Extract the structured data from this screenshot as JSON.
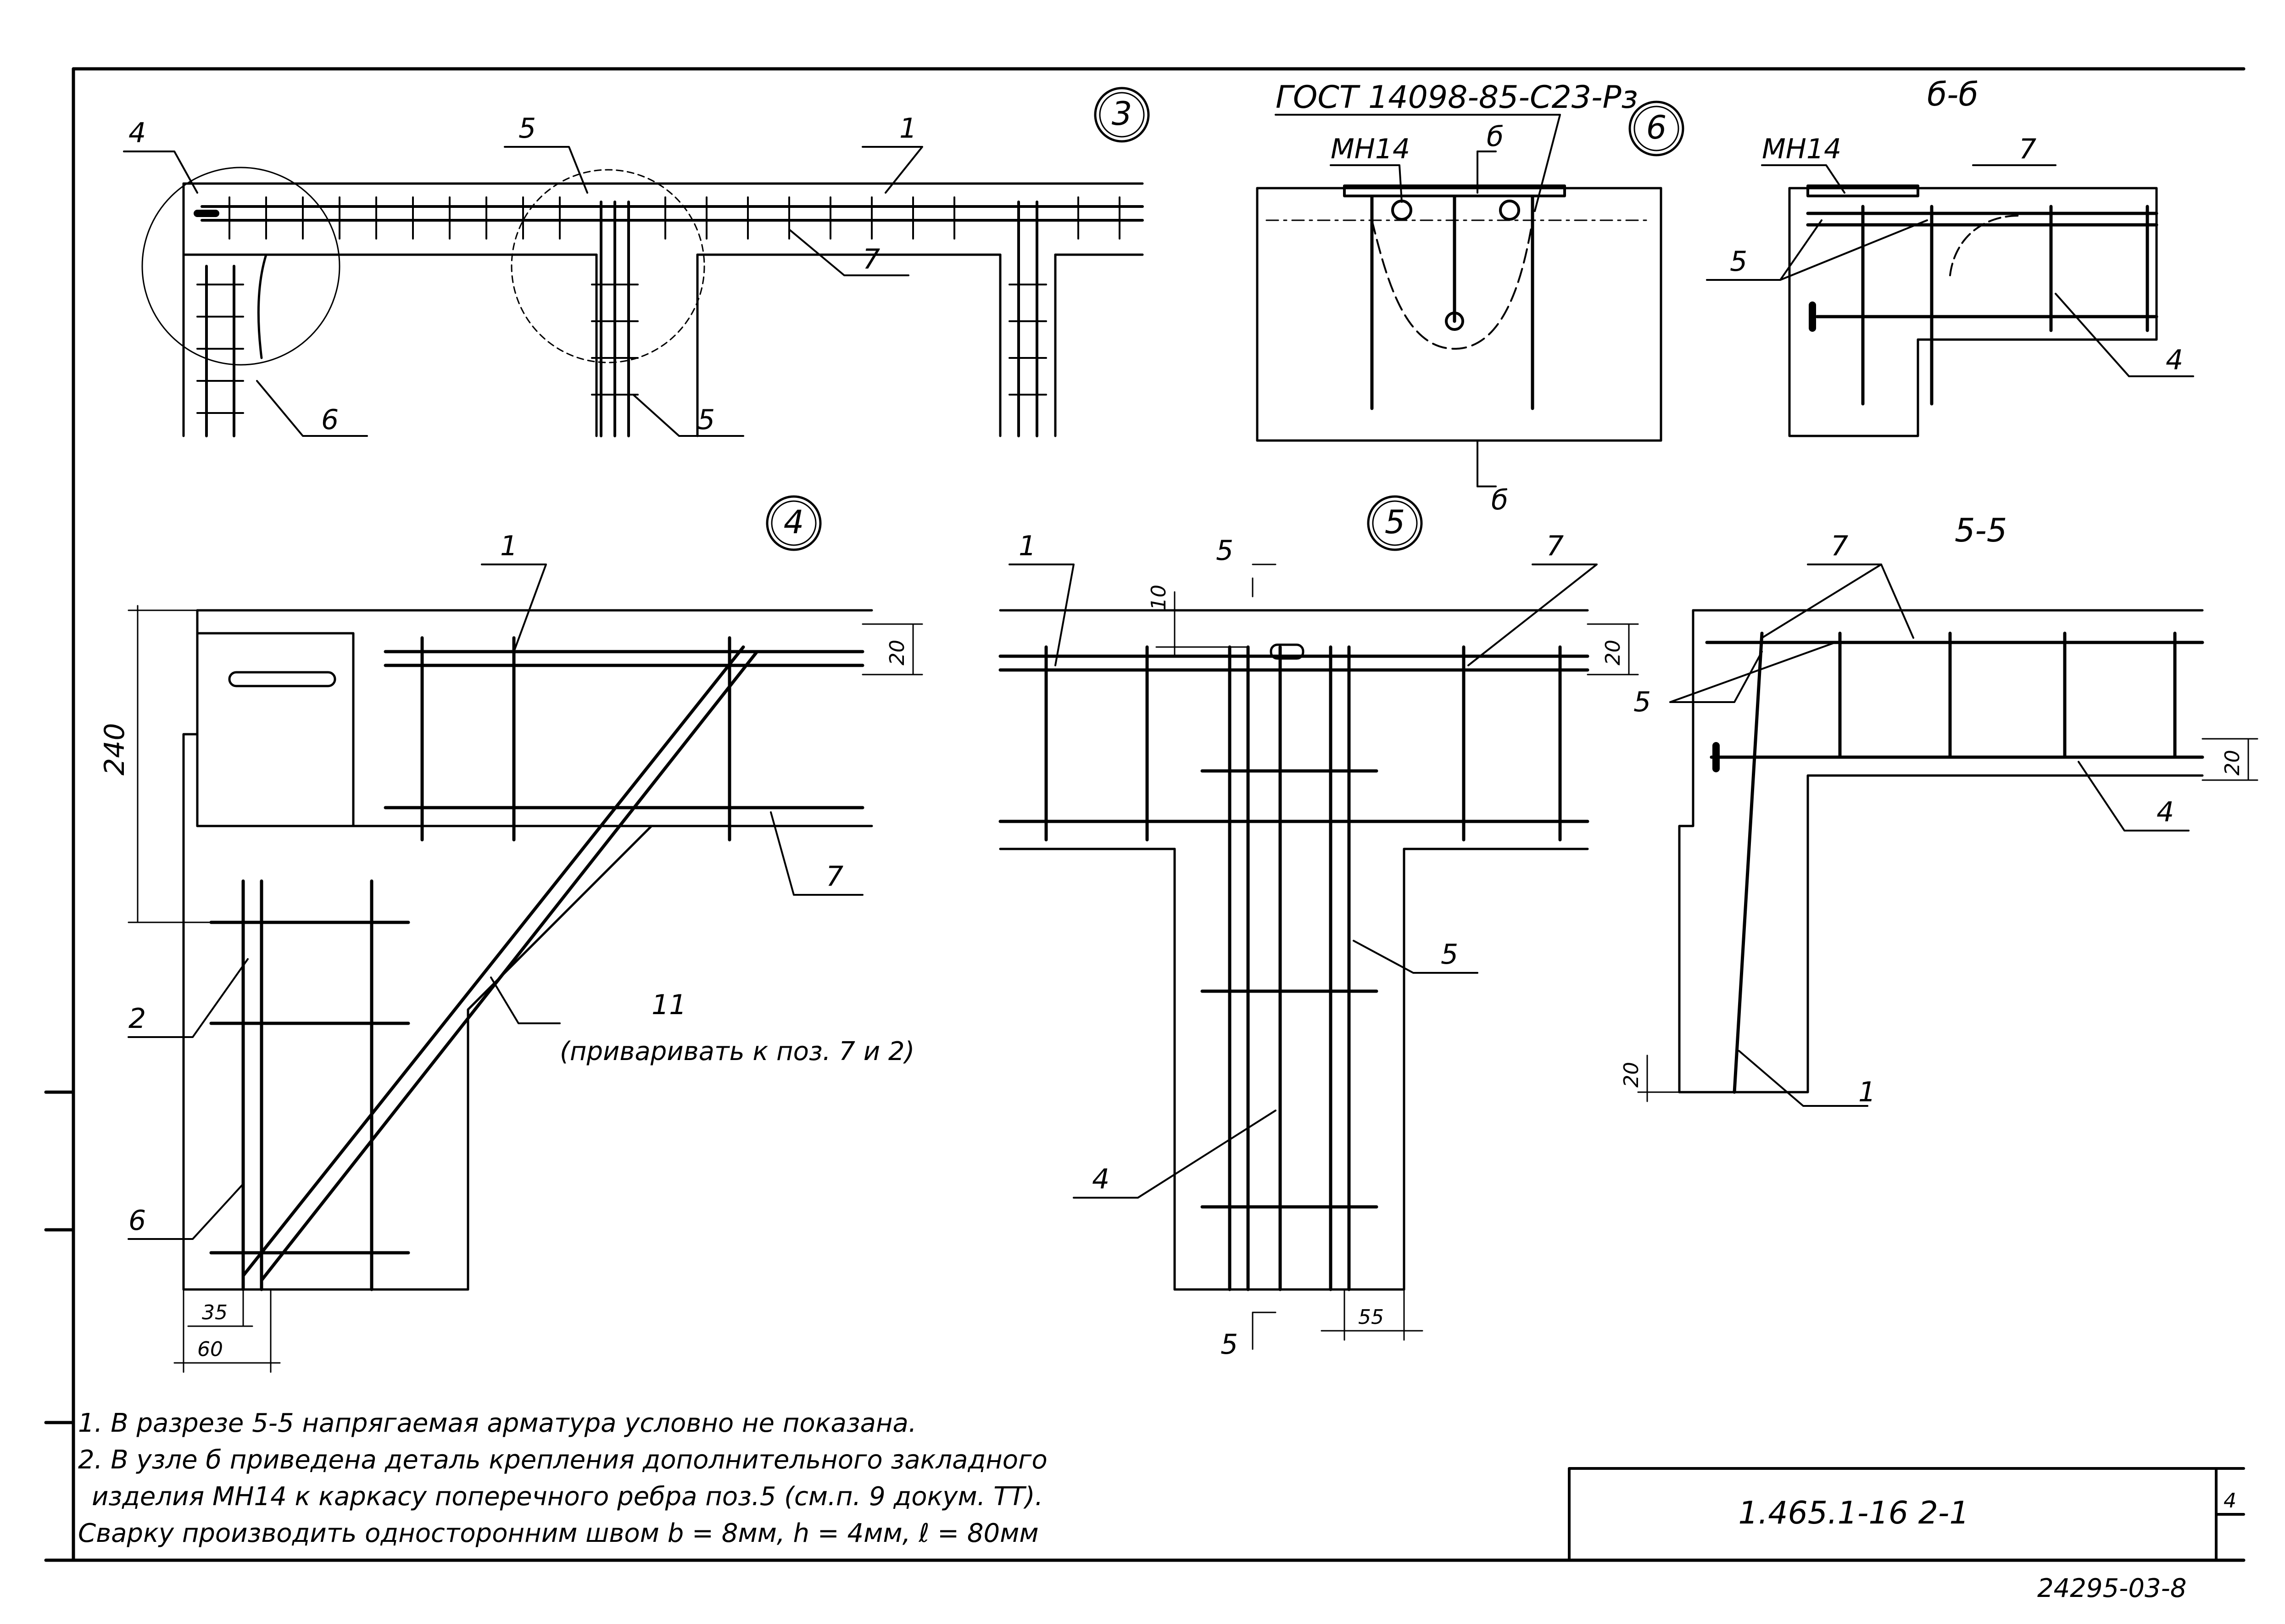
{
  "sheet": {
    "doc_code": "1.465.1-16 2-1",
    "archive_no": "24295-03-8",
    "sheet_no": "4"
  },
  "details": {
    "d3": {
      "marker": "3",
      "positions": {
        "p4": "4",
        "p5_top": "5",
        "p1": "1",
        "p7": "7",
        "p6": "6",
        "p5_bottom": "5"
      }
    },
    "d6": {
      "marker": "6",
      "gost": "ГОСТ 14098-85-С23-Рз",
      "part": "МН14",
      "section_top": "б",
      "section_bottom": "б"
    },
    "s66": {
      "title": "б-б",
      "part": "МН14",
      "positions": {
        "p7": "7",
        "p5": "5",
        "p4": "4"
      }
    },
    "d4": {
      "marker": "4",
      "positions": {
        "p1": "1",
        "p7": "7",
        "p2": "2",
        "p11": "11",
        "p6": "6"
      },
      "p11_note": "(приваривать к поз. 7 и 2)",
      "dims": {
        "height": "240",
        "top": "20",
        "d35": "35",
        "d60": "60"
      }
    },
    "d5": {
      "marker": "5",
      "positions": {
        "p1": "1",
        "p7": "7",
        "p5": "5",
        "p4": "4"
      },
      "section_top": "5",
      "section_bottom": "5",
      "dims": {
        "d10": "10",
        "d20": "20",
        "d55": "55"
      }
    },
    "s55": {
      "title": "5-5",
      "positions": {
        "p7": "7",
        "p5": "5",
        "p4": "4",
        "p1": "1"
      },
      "dims": {
        "d20_right": "20",
        "d20_left": "20"
      }
    }
  },
  "notes": [
    "1. В разрезе 5-5 напрягаемая арматура условно не показана.",
    "2. В узле б приведена деталь крепления дополнительного закладного",
    "изделия МН14 к каркасу поперечного ребра поз.5 (см.п. 9 докум. ТТ).",
    "Сварку производить односторонним швом b = 8мм, h = 4мм, ℓ = 80мм"
  ]
}
